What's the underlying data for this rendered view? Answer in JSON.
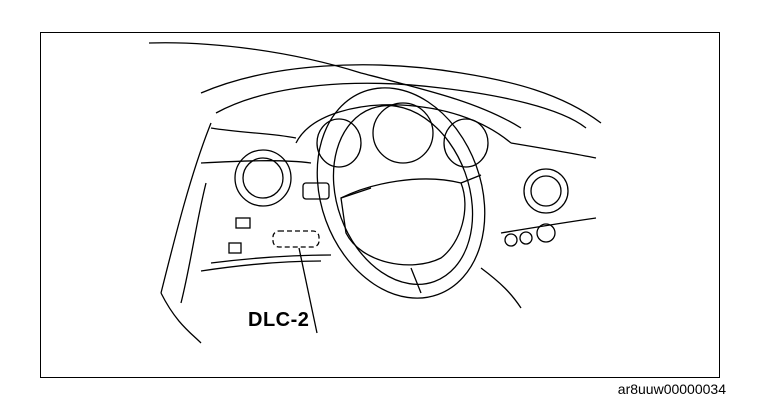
{
  "figure": {
    "callout_label": "DLC-2",
    "figure_id": "ar8uuw00000034"
  },
  "colors": {
    "line": "#000000",
    "background": "#ffffff"
  },
  "icons": [
    "dashboard-illustration"
  ]
}
